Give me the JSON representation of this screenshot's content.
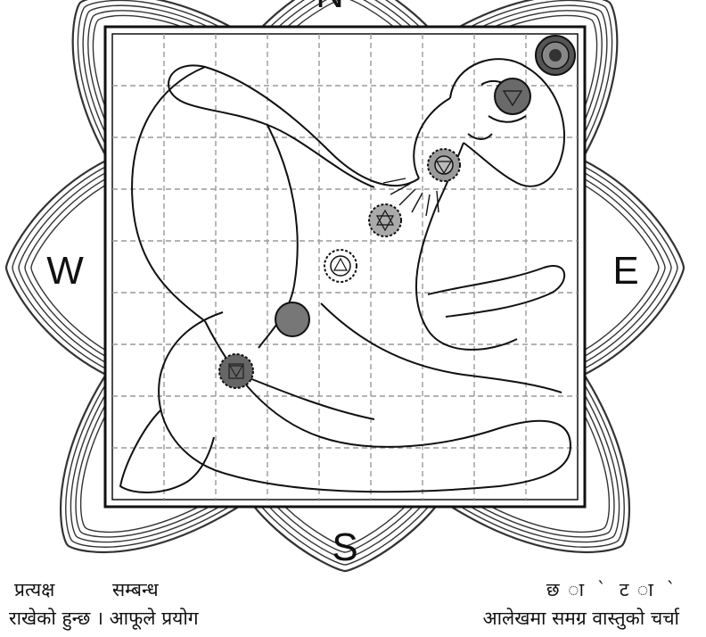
{
  "compass": {
    "north": "N",
    "south": "S",
    "east": "E",
    "west": "W"
  },
  "text": {
    "left_line1": "प्रत्यक्ष सम्बन्ध",
    "left_line2": "राखेको हुन्छ । आफूले प्रयोग",
    "right_line1": "छ ा ` ट ा `",
    "right_line2": "आलेखमा समग्र वास्तुको चर्चा"
  },
  "colors": {
    "ink": "#111111",
    "grid": "#9a9a9a",
    "chakra_fill": "#7a7a7a",
    "paper": "#ffffff"
  }
}
